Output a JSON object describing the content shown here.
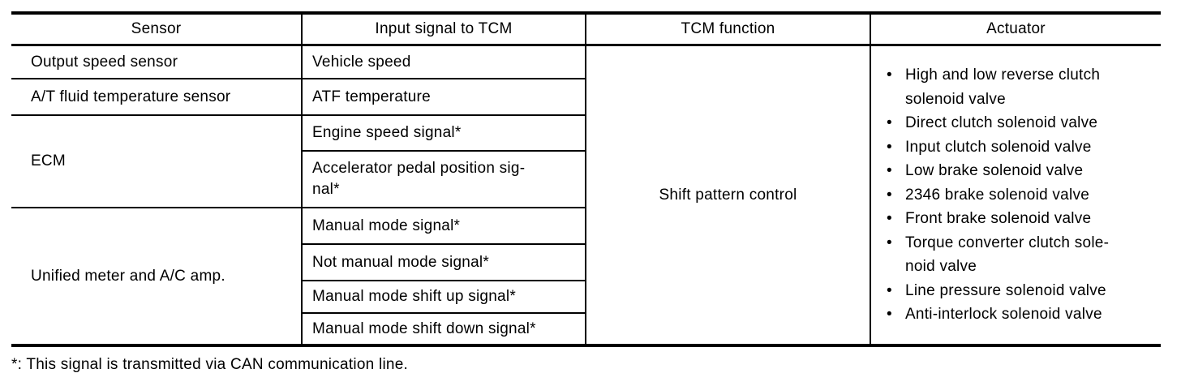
{
  "table": {
    "headers": {
      "sensor": "Sensor",
      "input_signal": "Input signal to TCM",
      "tcm_function": "TCM function",
      "actuator": "Actuator"
    },
    "bullet_char": "•",
    "sensors": {
      "output_speed": "Output speed sensor",
      "fluid_temp": "A/T fluid temperature sensor",
      "ecm": "ECM",
      "unified_meter": "Unified meter and A/C amp."
    },
    "signals": {
      "vehicle_speed": "Vehicle speed",
      "atf_temp": "ATF temperature",
      "engine_speed": "Engine speed signal*",
      "accel_pedal": "Accelerator pedal position sig-\nnal*",
      "manual_mode": "Manual mode signal*",
      "not_manual_mode": "Not manual mode signal*",
      "shift_up": "Manual mode shift up signal*",
      "shift_down": "Manual mode shift down signal*"
    },
    "tcm_function_value": "Shift pattern control",
    "actuators": [
      "High and low reverse clutch\nsolenoid valve",
      "Direct clutch solenoid valve",
      "Input clutch solenoid valve",
      "Low brake solenoid valve",
      "2346 brake solenoid valve",
      "Front brake solenoid valve",
      "Torque converter clutch sole-\nnoid valve",
      "Line pressure solenoid valve",
      "Anti-interlock solenoid valve"
    ]
  },
  "footnote": "*: This signal is transmitted via CAN communication line.",
  "colors": {
    "text": "#000000",
    "background": "#ffffff",
    "border": "#000000"
  }
}
